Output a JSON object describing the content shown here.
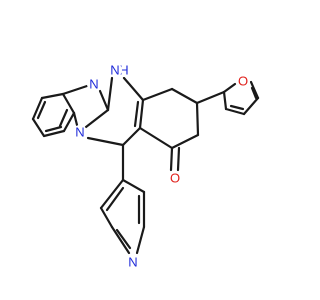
{
  "molecule": {
    "colors": {
      "bond": "#1a1a1a",
      "N": "#1f2bd9",
      "O": "#e0201b",
      "background": "#ffffff"
    },
    "atom_labels": {
      "n_benzimidazole": "N",
      "nh_amine": "H",
      "nh_nitrogen": "N",
      "n_bridge": "N",
      "o_furan": "O",
      "o_ketone": "O",
      "n_pyridine": "N"
    }
  }
}
